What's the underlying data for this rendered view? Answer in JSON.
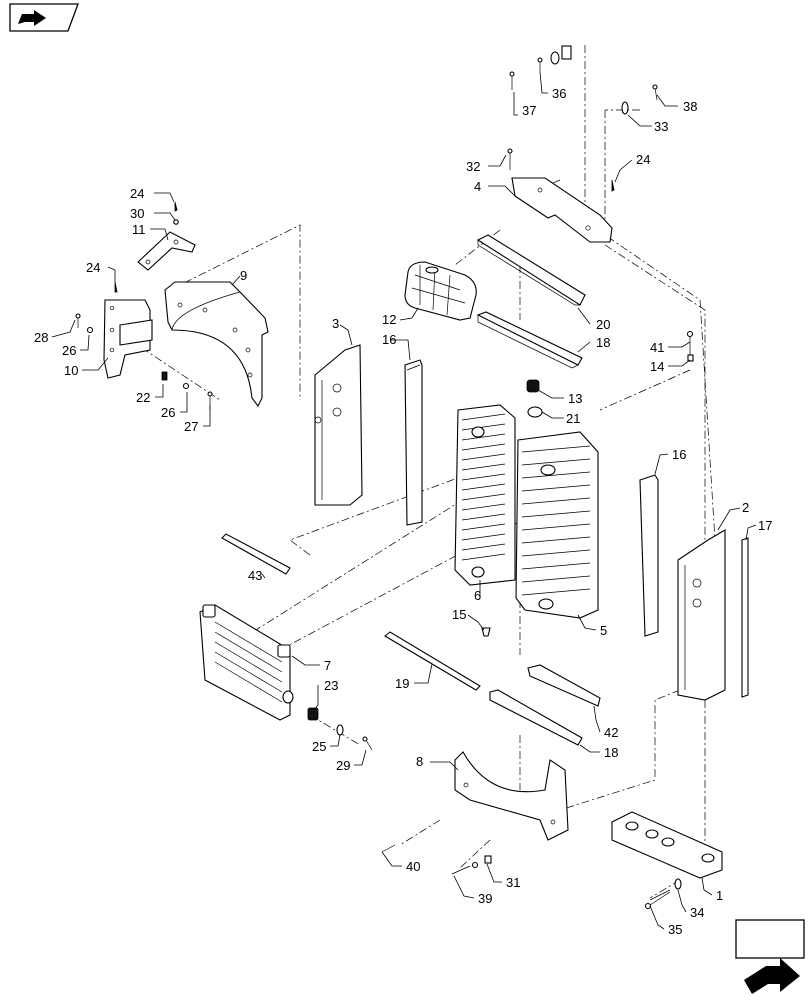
{
  "labels": {
    "p1": "1",
    "p2": "2",
    "p3": "3",
    "p4": "4",
    "p5": "5",
    "p6": "6",
    "p7": "7",
    "p8": "8",
    "p9": "9",
    "p10": "10",
    "p11": "11",
    "p12": "12",
    "p13": "13",
    "p14": "14",
    "p15": "15",
    "p16a": "16",
    "p16b": "16",
    "p17": "17",
    "p18a": "18",
    "p18b": "18",
    "p19": "19",
    "p20": "20",
    "p21": "21",
    "p22": "22",
    "p23": "23",
    "p24a": "24",
    "p24b": "24",
    "p24c": "24",
    "p25": "25",
    "p26a": "26",
    "p26b": "26",
    "p27": "27",
    "p28": "28",
    "p29": "29",
    "p30": "30",
    "p31": "31",
    "p32": "32",
    "p33": "33",
    "p34": "34",
    "p35": "35",
    "p36": "36",
    "p37": "37",
    "p38": "38",
    "p39": "39",
    "p40": "40",
    "p41": "41",
    "p42": "42",
    "p43": "43"
  },
  "icons": {
    "top_left": "previous-page-arrow-icon",
    "bottom_right": "next-page-arrow-icon"
  }
}
